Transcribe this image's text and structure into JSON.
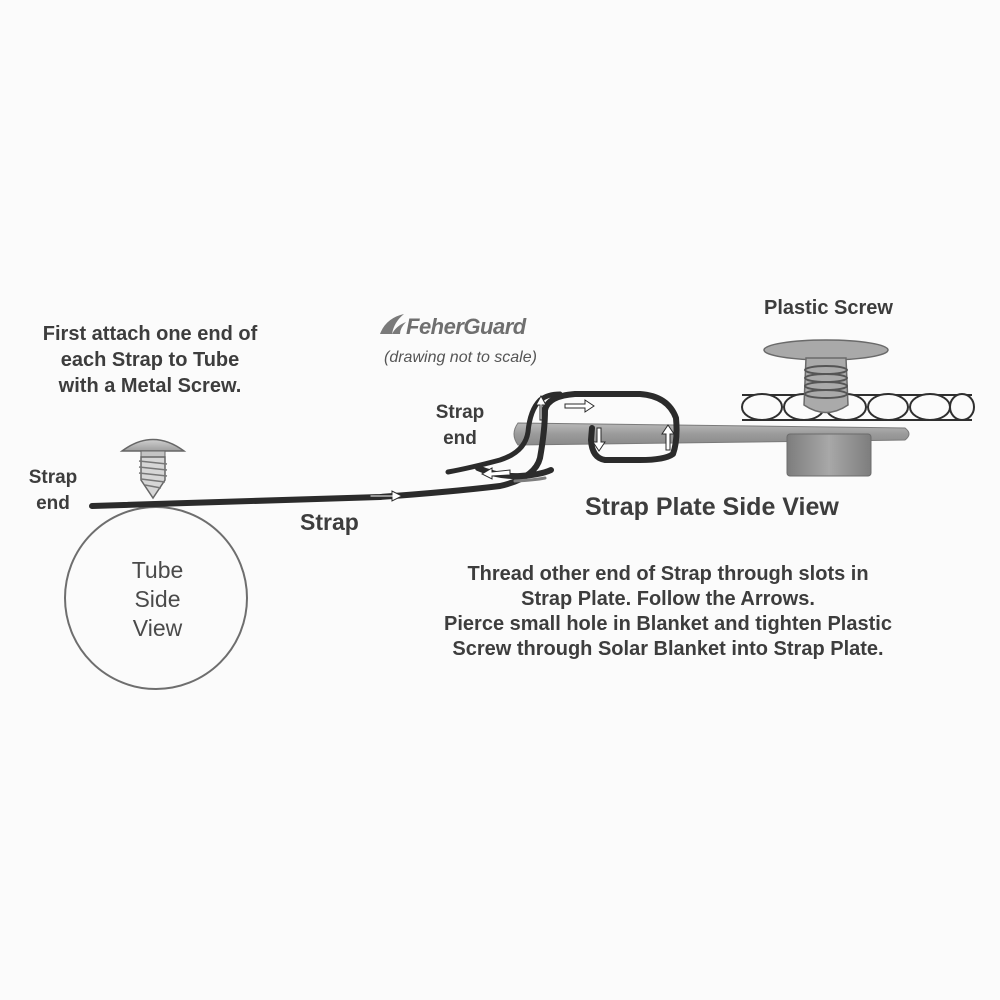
{
  "brand": {
    "name": "FeherGuard",
    "logo_icon": "swoosh-logo-icon",
    "note": "(drawing not to scale)"
  },
  "labels": {
    "instruction_top_left": "First attach one end of\neach Strap to Tube\nwith a Metal Screw.",
    "strap_end_left": "Strap\nend",
    "strap_end_middle": "Strap\nend",
    "tube": "Tube\nSide\nView",
    "strap": "Strap",
    "plastic_screw": "Plastic Screw",
    "strap_plate_title": "Strap Plate Side View",
    "instruction_bottom_right": "Thread other end of Strap through slots in\nStrap Plate.  Follow the Arrows.\nPierce small hole in Blanket and tighten Plastic\nScrew through Solar Blanket into Strap Plate."
  },
  "colors": {
    "ink": "#3d3d3d",
    "strap": "#2a2a2a",
    "plate": "#9a9a9a",
    "background": "#fbfbfb"
  },
  "icons": {
    "metal_screw": "metal-screw-icon",
    "plastic_screw": "plastic-screw-icon",
    "arrow": "direction-arrow-icon"
  }
}
